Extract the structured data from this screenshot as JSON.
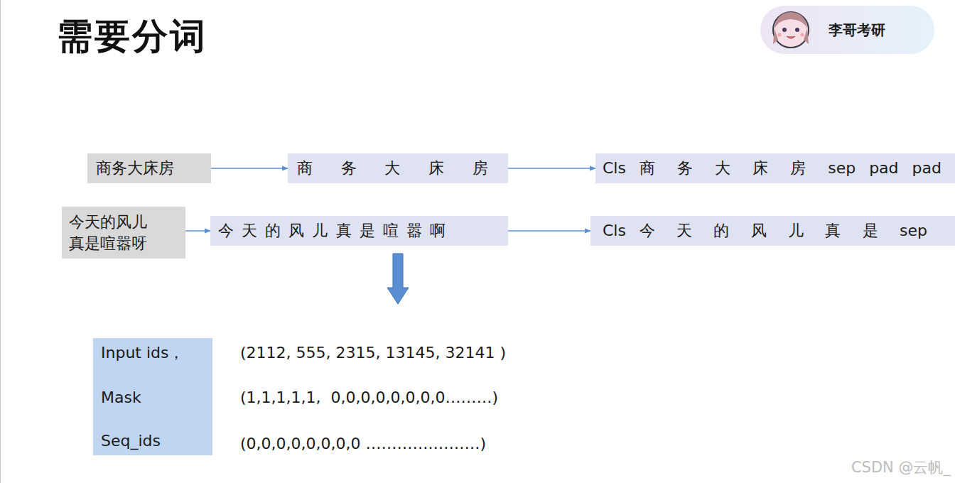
{
  "diagram": {
    "title": "需要分词",
    "nodes": [
      {
        "text": [
          "李哥考研"
        ]
      },
      {
        "text": [
          "商务大床房"
        ]
      },
      {
        "text": [
          "商 务 大 床 房"
        ]
      },
      {
        "text": [
          "Cls 商 务 大 床 房 sep pad pad"
        ]
      },
      {
        "text": [
          "今天的风儿 真是喧嚣呀"
        ]
      },
      {
        "text": [
          "今 天 的 风 儿 真 是 喧 嚣 啊"
        ]
      },
      {
        "text": [
          "Cls 今 天 的 风 儿 真 是 sep"
        ]
      },
      {
        "text": [
          "Input ids，",
          "Mask",
          "Seq_ids"
        ]
      }
    ],
    "edges": [
      {
        "from": 1,
        "to": 2,
        "arrow": "to"
      },
      {
        "from": 2,
        "to": 3,
        "arrow": "to"
      },
      {
        "from": 4,
        "to": 5,
        "arrow": "to"
      },
      {
        "from": 5,
        "to": 6,
        "arrow": "to"
      }
    ],
    "labels": [
      "(2112, 555, 2315, 13145, 32141 )",
      "(1,1,1,1,1,  0,0,0,0,0,0,0,0………)",
      "(0,0,0,0,0,0,0,0 ………….………)",
      "CSDN @云帆_"
    ]
  }
}
